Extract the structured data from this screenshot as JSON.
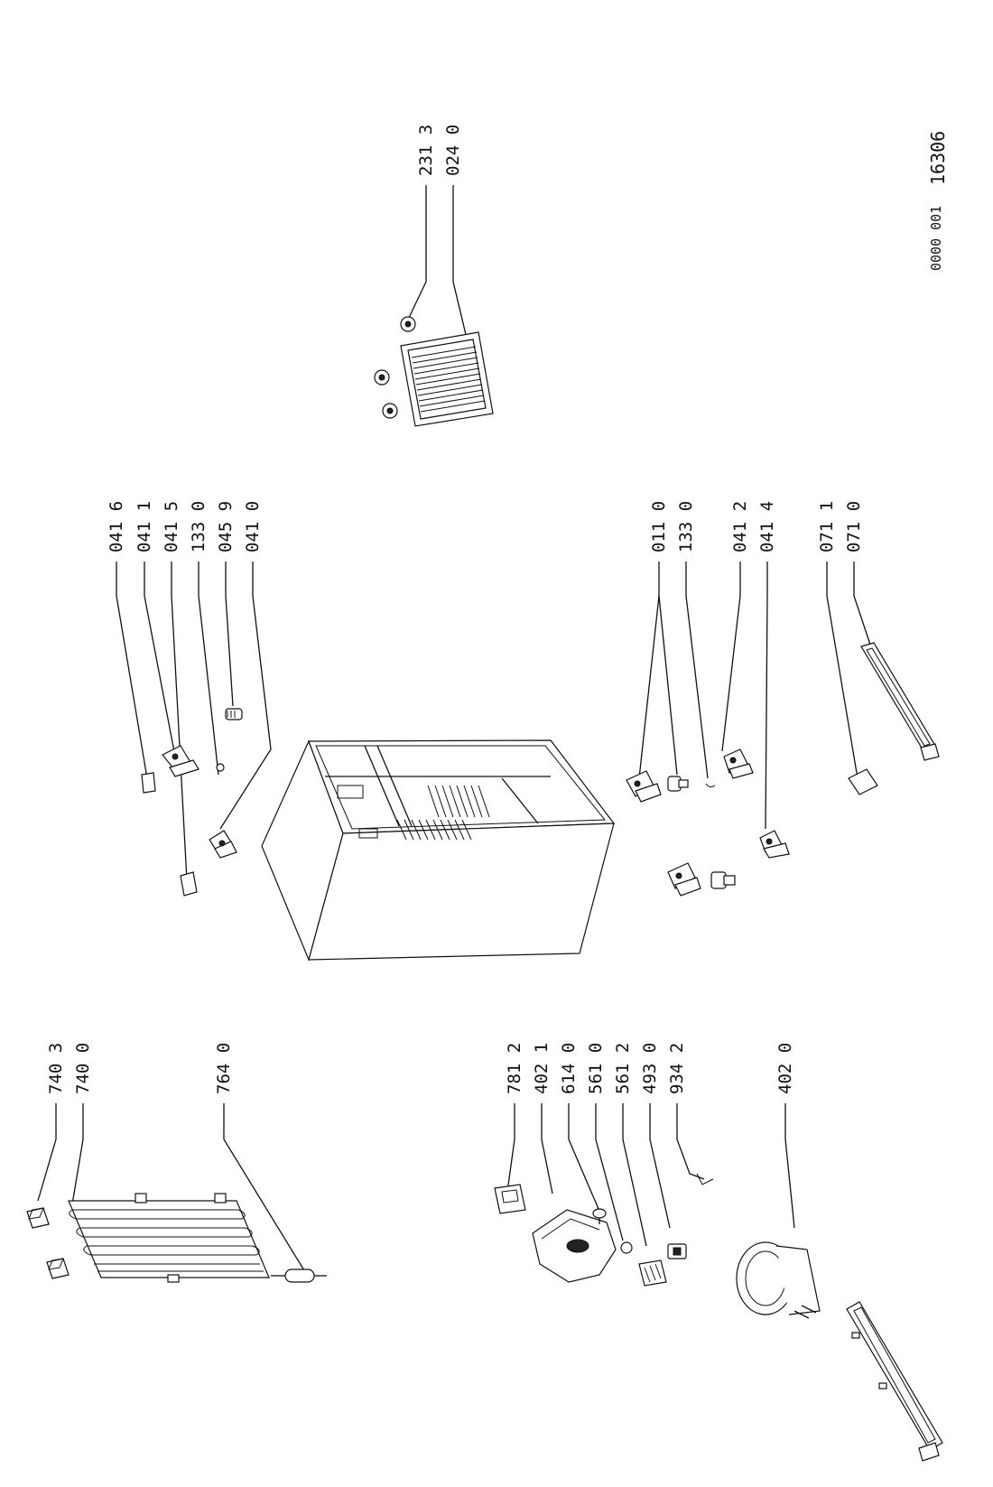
{
  "drawing_reference": {
    "prefix": "0000 001",
    "number": "16306"
  },
  "labels": {
    "g1": [
      "231 3",
      "024 0"
    ],
    "g2": [
      "041 6",
      "041 1",
      "041 5",
      "133 0",
      "045 9",
      "041 0"
    ],
    "g3": [
      "011 0",
      "133 0",
      "041 2",
      "041 4",
      "071 1",
      "071 0"
    ],
    "g4": [
      "740 3",
      "740 0",
      "764 0"
    ],
    "g5": [
      "781 2",
      "402 1",
      "614 0",
      "561 0",
      "561 2",
      "493 0",
      "934 2",
      "402 0"
    ]
  }
}
